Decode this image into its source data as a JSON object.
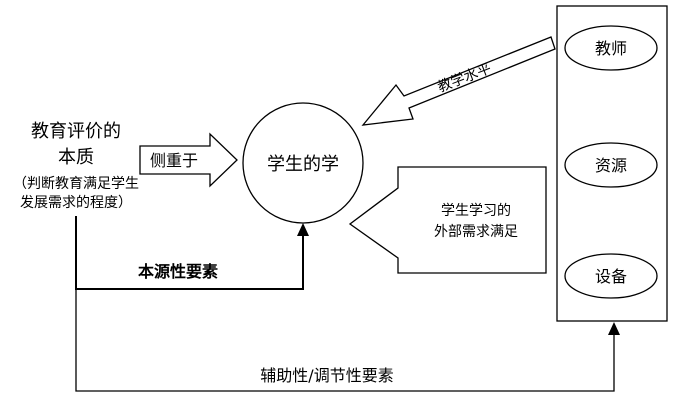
{
  "left_block": {
    "title_line1": "教育评价的",
    "title_line2": "本质",
    "note_line1": "（判断教育满足学生",
    "note_line2": "发展需求的程度）"
  },
  "center": {
    "circle_label": "学生的学",
    "arrow_label": "侧重于"
  },
  "right_panel": {
    "items": [
      "教师",
      "资源",
      "设备"
    ]
  },
  "arrows": {
    "teaching_level": "教学水平",
    "external_needs_line1": "学生学习的",
    "external_needs_line2": "外部需求满足"
  },
  "connectors": {
    "core_factor": "本源性要素",
    "auxiliary_factor": "辅助性/调节性要素"
  }
}
